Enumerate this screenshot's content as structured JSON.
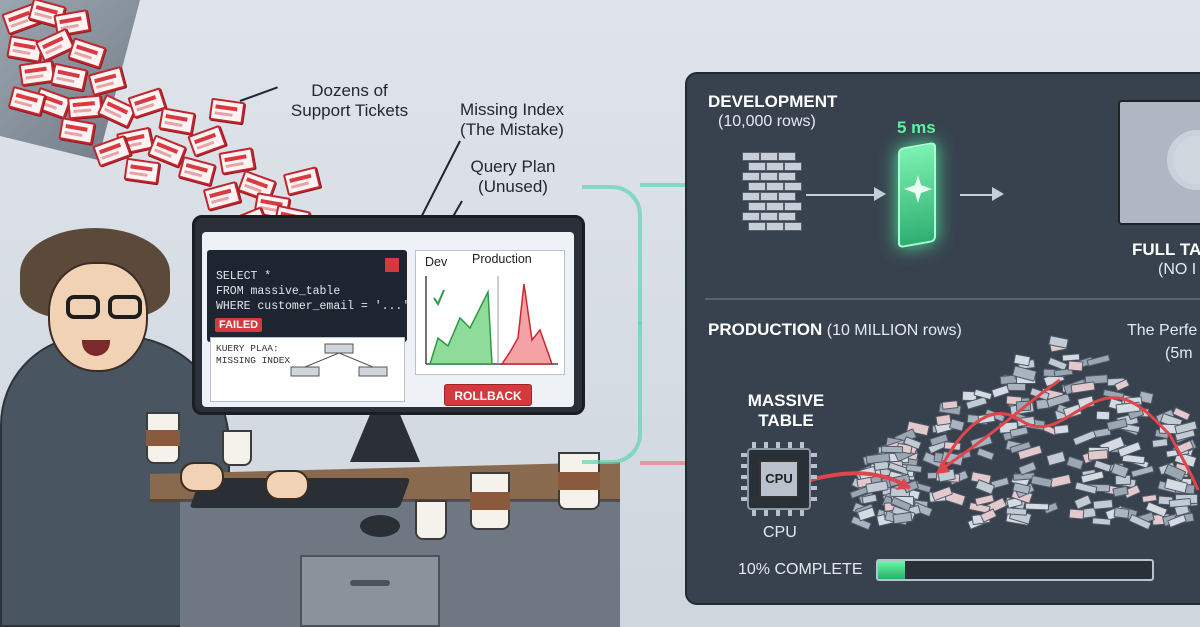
{
  "annotations": {
    "tickets": "Dozens of\nSupport Tickets",
    "missing_index": "Missing Index\n(The Mistake)",
    "query_plan": "Query Plan\n(Unused)"
  },
  "screen": {
    "sql": [
      "SELECT *",
      "FROM massive_table",
      "WHERE customer_email = '...'"
    ],
    "failed_label": "FAILED",
    "plan_lines": [
      "KUERY PLAA:",
      "MISSING INDEX"
    ],
    "tabs": {
      "dev": "Dev",
      "production": "Production"
    },
    "rollback_label": "ROLLBACK"
  },
  "development": {
    "title": "DEVELOPMENT",
    "rows": "(10,000 rows)",
    "timing": "5 ms",
    "scan_title": "FULL TA",
    "scan_sub": "(NO I"
  },
  "production": {
    "title": "PRODUCTION",
    "rows": "(10 MILLION rows)",
    "perf_line1": "The Perfe",
    "perf_line2": "(5m",
    "massive_table_label": "MASSIVE\nTABLE",
    "cpu_chip_label": "CPU",
    "cpu_label": "CPU",
    "progress_label": "10% COMPLETE",
    "progress_fraction": 0.1
  },
  "colors": {
    "accent_green": "#5cf4a2",
    "alert_red": "#d4393d",
    "panel_bg": "#38424e"
  },
  "icons": {
    "ticket": "ticket-icon",
    "cpu": "cpu-chip-icon",
    "magnifier": "magnifier-icon"
  }
}
